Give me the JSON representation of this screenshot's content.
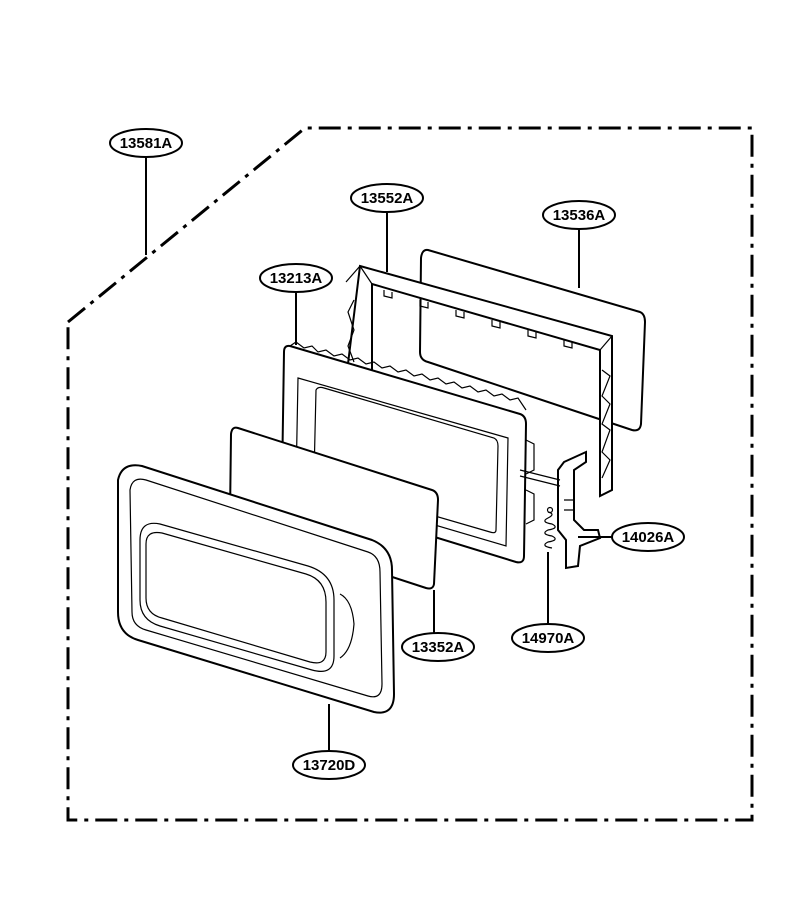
{
  "diagram": {
    "colors": {
      "line": "#000000",
      "background": "#ffffff"
    },
    "parts": [
      {
        "id": "13581A",
        "label": "13581A"
      },
      {
        "id": "13552A",
        "label": "13552A"
      },
      {
        "id": "13536A",
        "label": "13536A"
      },
      {
        "id": "13213A",
        "label": "13213A"
      },
      {
        "id": "14026A",
        "label": "14026A"
      },
      {
        "id": "13352A",
        "label": "13352A"
      },
      {
        "id": "14970A",
        "label": "14970A"
      },
      {
        "id": "13720D",
        "label": "13720D"
      }
    ]
  }
}
